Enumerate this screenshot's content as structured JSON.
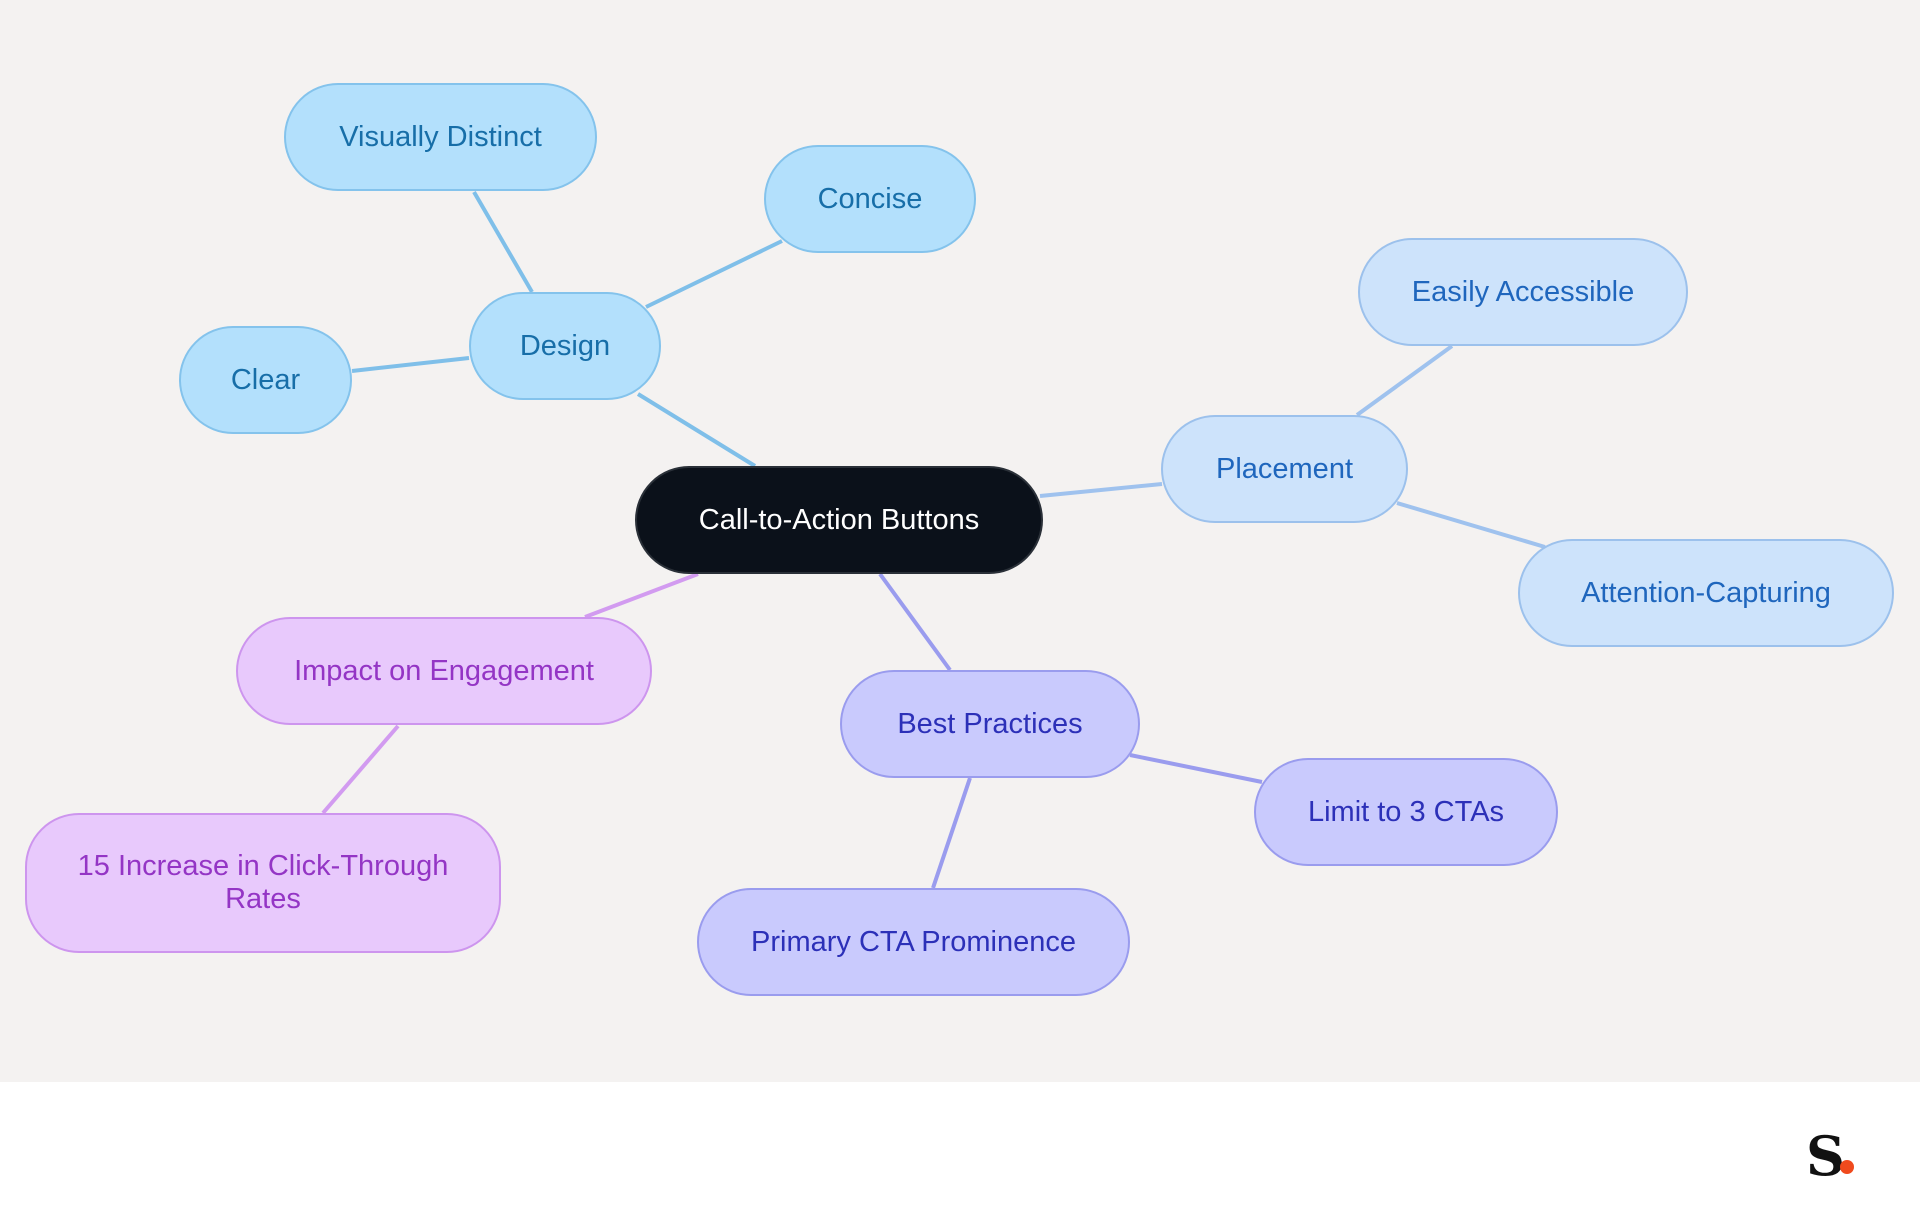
{
  "diagram": {
    "root": "Call-to-Action Buttons",
    "branches": {
      "design": {
        "label": "Design",
        "children": [
          "Visually Distinct",
          "Concise",
          "Clear"
        ]
      },
      "placement": {
        "label": "Placement",
        "children": [
          "Easily Accessible",
          "Attention-Capturing"
        ]
      },
      "best_practices": {
        "label": "Best Practices",
        "children": [
          "Limit to 3 CTAs",
          "Primary CTA Prominence"
        ]
      },
      "impact": {
        "label": "Impact on Engagement",
        "children": [
          "15 Increase in Click-Through Rates"
        ]
      }
    }
  },
  "colors": {
    "background": "#f4f2f1",
    "root_fill": "#0b111a",
    "design_fill": "#b3e0fc",
    "design_edge": "#7fbfe9",
    "placement_fill": "#cde3fb",
    "placement_edge": "#9fc2ee",
    "best_practices_fill": "#c9cafd",
    "best_practices_edge": "#9a9cee",
    "impact_fill": "#e8c9fc",
    "impact_edge": "#d29bf0",
    "logo_dot": "#f04a1d"
  },
  "logo": {
    "text": "S"
  }
}
